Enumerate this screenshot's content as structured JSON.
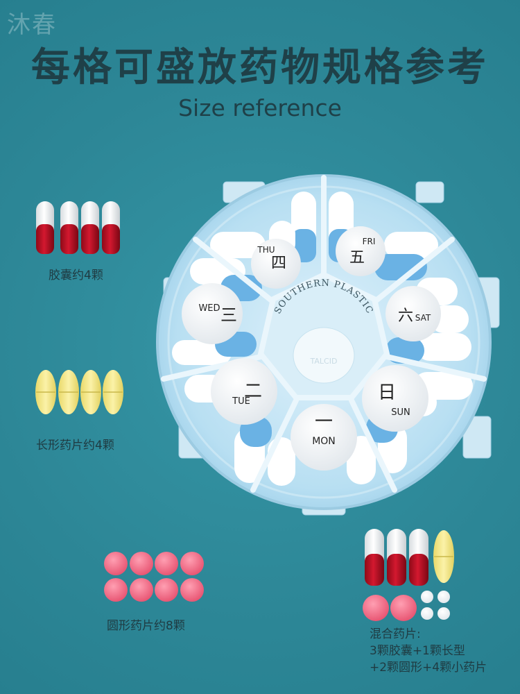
{
  "watermark": "沐春",
  "title": "每格可盛放药物规格参考",
  "subtitle": "Size reference",
  "capsules_label": "胶囊约4颗",
  "oblong_label": "长形药片约4颗",
  "round_label": "圆形药片约8颗",
  "mixed": {
    "line1": "混合药片:",
    "line2": "3颗胶囊+1颗长型",
    "line3": "+2颗圆形+4颗小药片"
  },
  "box": {
    "center_text": "SOUTHERN PLASTIC",
    "center_button": "TALCID",
    "days": [
      {
        "cn": "一",
        "en": "MON"
      },
      {
        "cn": "二",
        "en": "TUE"
      },
      {
        "cn": "三",
        "en": "WED"
      },
      {
        "cn": "四",
        "en": "THU"
      },
      {
        "cn": "五",
        "en": "FRI"
      },
      {
        "cn": "六",
        "en": "SAT"
      },
      {
        "cn": "日",
        "en": "SUN"
      }
    ]
  },
  "colors": {
    "background": "#2f8a9a",
    "capsule_red": "#c0142a",
    "oblong_yellow": "#f6e98a",
    "round_pink": "#f06b86"
  }
}
